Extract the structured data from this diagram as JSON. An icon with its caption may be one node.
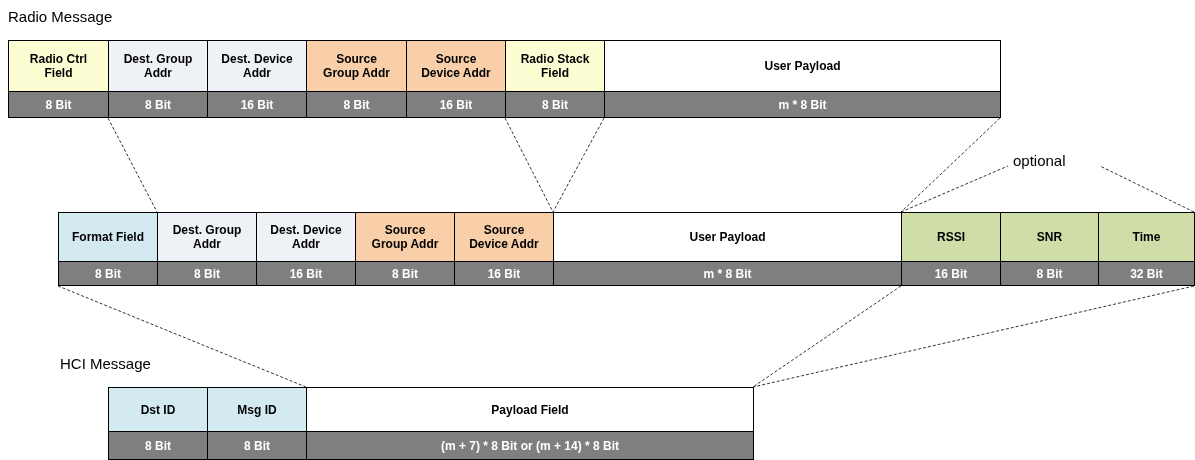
{
  "diagram": {
    "nodes": [
      {
        "text": [
          "Radio Ctrl Field",
          "8 Bit"
        ]
      },
      {
        "text": [
          "Dest. Group Addr",
          "8 Bit"
        ]
      },
      {
        "text": [
          "Dest. Device Addr",
          "16 Bit"
        ]
      },
      {
        "text": [
          "Source Group Addr",
          "8 Bit"
        ]
      },
      {
        "text": [
          "Source Device Addr",
          "16 Bit"
        ]
      },
      {
        "text": [
          "Radio Stack Field",
          "8 Bit"
        ]
      },
      {
        "text": [
          "User Payload",
          "m * 8 Bit"
        ]
      },
      {
        "text": [
          "Format Field",
          "8 Bit"
        ]
      },
      {
        "text": [
          "Dest. Group Addr",
          "8 Bit"
        ]
      },
      {
        "text": [
          "Dest. Device Addr",
          "16 Bit"
        ]
      },
      {
        "text": [
          "Source Group Addr",
          "8 Bit"
        ]
      },
      {
        "text": [
          "Source Device Addr",
          "16 Bit"
        ]
      },
      {
        "text": [
          "User Payload",
          "m * 8 Bit"
        ]
      },
      {
        "text": [
          "RSSI",
          "16 Bit"
        ]
      },
      {
        "text": [
          "SNR",
          "8 Bit"
        ]
      },
      {
        "text": [
          "Time",
          "32 Bit"
        ]
      },
      {
        "text": [
          "Dst ID",
          "8 Bit"
        ]
      },
      {
        "text": [
          "Msg ID",
          "8 Bit"
        ]
      },
      {
        "text": [
          "Payload Field",
          "(m + 7) * 8 Bit or (m + 14) * 8 Bit"
        ]
      }
    ],
    "labels": [
      "Radio Message",
      "optional",
      "HCI Message"
    ]
  }
}
